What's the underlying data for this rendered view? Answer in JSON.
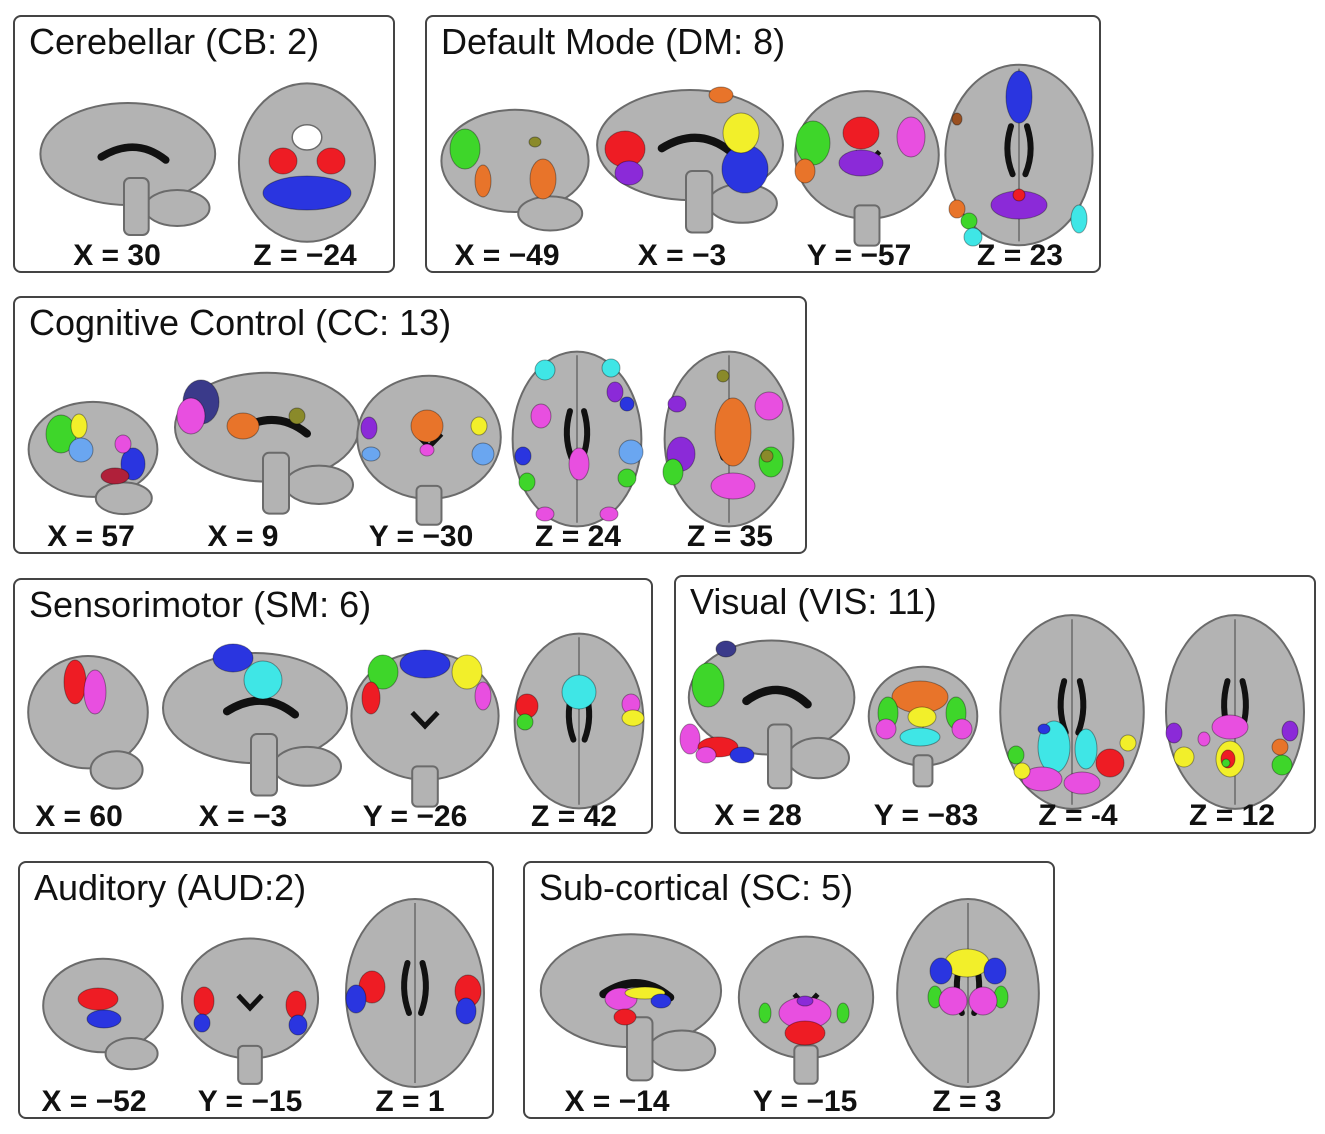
{
  "networks": [
    {
      "title": "Cerebellar (CB: 2)",
      "coords": [
        "X = 30",
        "Z = −24"
      ]
    },
    {
      "title": "Default Mode (DM: 8)",
      "coords": [
        "X = −49",
        "X = −3",
        "Y = −57",
        "Z = 23"
      ]
    },
    {
      "title": "Cognitive Control (CC: 13)",
      "coords": [
        "X = 57",
        "X = 9",
        "Y = −30",
        "Z = 24",
        "Z = 35"
      ]
    },
    {
      "title": "Sensorimotor (SM: 6)",
      "coords": [
        "X = 60",
        "X = −3",
        "Y = −26",
        "Z = 42"
      ]
    },
    {
      "title": "Visual (VIS: 11)",
      "coords": [
        "X = 28",
        "Y = −83",
        "Z = -4",
        "Z = 12"
      ]
    },
    {
      "title": "Auditory (AUD:2)",
      "coords": [
        "X = −52",
        "Y = −15",
        "Z = 1"
      ]
    },
    {
      "title": "Sub-cortical (SC: 5)",
      "coords": [
        "X = −14",
        "Y = −15",
        "Z = 3"
      ]
    }
  ],
  "colors": {
    "brain": "#b3b3b3",
    "brain_edge": "#6b6b6b",
    "ventricle": "#111111",
    "red": "#ee1c24",
    "blue": "#2a35e0",
    "green": "#3ed62a",
    "magenta": "#e84fe0",
    "purple": "#8b2ad8",
    "orange": "#e8742a",
    "cyan": "#3fe6e6",
    "yellow": "#f2ef2a",
    "lightblue": "#6aa6f0",
    "olive": "#8a8a2a",
    "navy": "#3a3a8a",
    "darkred": "#b0203a",
    "brown": "#9a5020"
  }
}
